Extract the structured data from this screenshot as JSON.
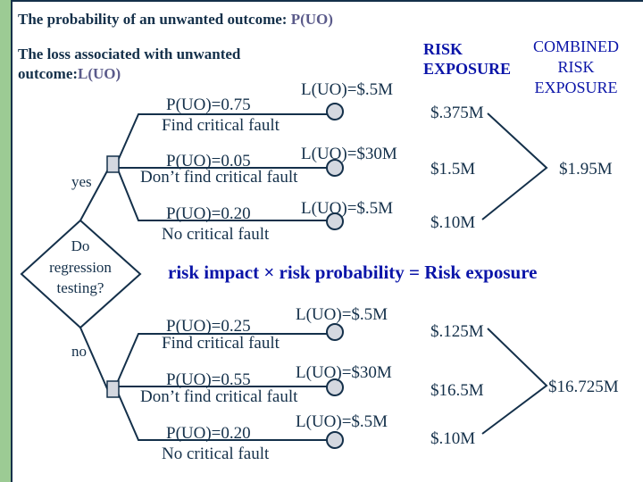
{
  "header": {
    "prob_def_text": "The probability of an unwanted outcome: ",
    "prob_def_symbol": "P(UO)",
    "loss_def_line1": "The loss associated with unwanted",
    "loss_def_line2": "outcome:",
    "loss_def_symbol": "L(UO)"
  },
  "columns": {
    "risk_exposure_line1": "RISK",
    "risk_exposure_line2": "EXPOSURE",
    "combined_line1": "COMBINED",
    "combined_line2": "RISK",
    "combined_line3": "EXPOSURE"
  },
  "decision": {
    "line1": "Do",
    "line2": "regression",
    "line3": "testing?",
    "yes_label": "yes",
    "no_label": "no"
  },
  "formula": "risk impact × risk probability = Risk exposure",
  "yes_branch": {
    "outcomes": [
      {
        "prob": "P(UO)=0.75",
        "desc": "Find critical fault",
        "loss": "L(UO)=$.5M",
        "exposure": "$.375M"
      },
      {
        "prob": "P(UO)=0.05",
        "desc": "Don’t find critical fault",
        "loss": "L(UO)=$30M",
        "exposure": "$1.5M"
      },
      {
        "prob": "P(UO)=0.20",
        "desc": "No critical fault",
        "loss": "L(UO)=$.5M",
        "exposure": "$.10M"
      }
    ],
    "combined": "$1.95M"
  },
  "no_branch": {
    "outcomes": [
      {
        "prob": "P(UO)=0.25",
        "desc": "Find critical fault",
        "loss": "L(UO)=$.5M",
        "exposure": "$.125M"
      },
      {
        "prob": "P(UO)=0.55",
        "desc": "Don’t find critical fault",
        "loss": "L(UO)=$30M",
        "exposure": "$16.5M"
      },
      {
        "prob": "P(UO)=0.20",
        "desc": "No critical fault",
        "loss": "L(UO)=$.5M",
        "exposure": "$.10M"
      }
    ],
    "combined": "$16.725M"
  },
  "colors": {
    "frame": "#14304a",
    "green_bar": "#9ccb94",
    "node_fill": "#d4d8e0",
    "accent_blue": "#0a14a8",
    "symbol_purple": "#5a5a8a"
  }
}
